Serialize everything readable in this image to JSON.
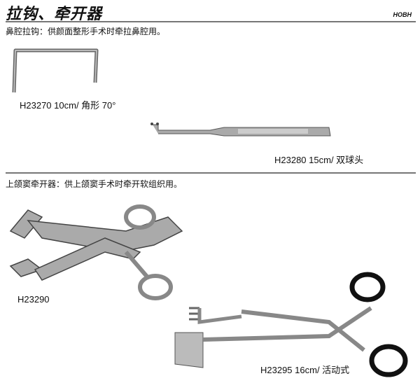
{
  "header": {
    "title": "拉钩、牵开器",
    "brand": "HOBH"
  },
  "sections": [
    {
      "description": "鼻腔拉钩：供颜面整形手术时牵拉鼻腔用。",
      "items": [
        {
          "label": "H23270 10cm/ 角形 70°"
        },
        {
          "label": "H23280 15cm/ 双球头"
        }
      ]
    },
    {
      "description": "上颌窦牵开器：供上颌窦手术时牵开软组织用。",
      "items": [
        {
          "label": "H23290"
        },
        {
          "label": "H23295 16cm/ 活动式"
        }
      ]
    }
  ]
}
